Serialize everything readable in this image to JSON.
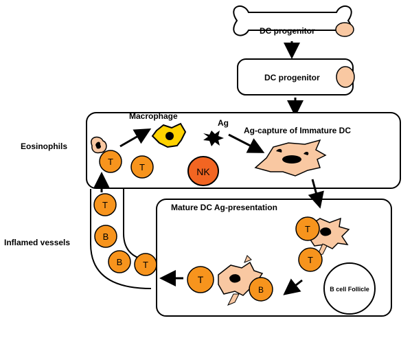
{
  "labels": {
    "bone_progenitor": "DC progenitor",
    "blood_progenitor": "DC progenitor",
    "macrophage": "Macrophage",
    "antigen": "Ag",
    "ag_capture": "Ag-capture of Immature DC",
    "eosinophils": "Eosinophils",
    "nk": "NK",
    "mature_dc": "Mature DC Ag-presentation",
    "inflamed_vessels": "Inflamed vessels",
    "b_follicle": "B cell Follicle"
  },
  "cells": {
    "t_cell": "T",
    "b_cell": "B"
  },
  "colors": {
    "t_cell_fill": "#f7941d",
    "nk_fill": "#f26522",
    "dc_fill": "#f9c8a2",
    "macrophage_fill": "#ffd200",
    "outline": "#000000"
  }
}
